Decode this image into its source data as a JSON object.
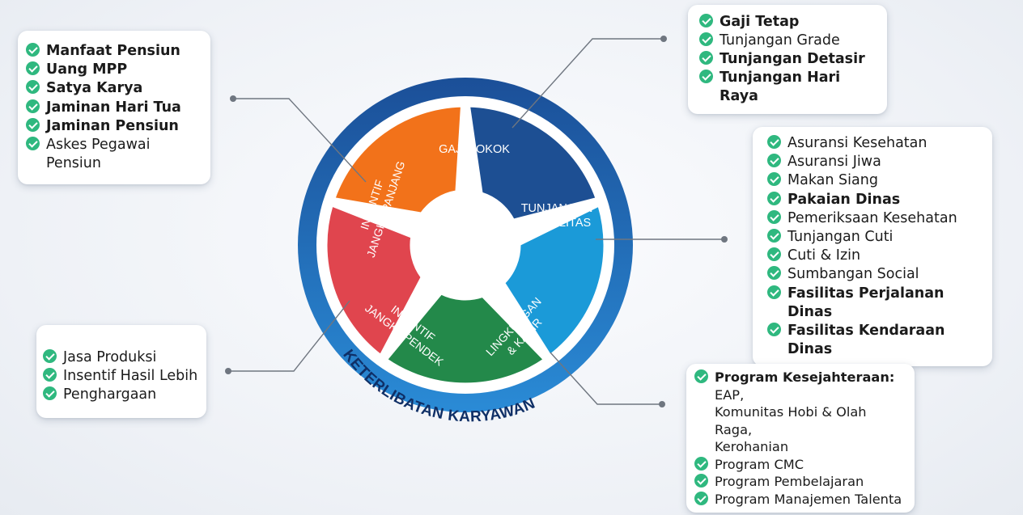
{
  "wheel": {
    "center_label": "KETERLIBATAN KARYAWAN",
    "segments": [
      {
        "id": "gaji",
        "label": "GAJI POKOK",
        "color": "#1d4f93"
      },
      {
        "id": "tunjangan",
        "label": "TUNJANGAN\n& FASILITAS",
        "color": "#1b9ad8"
      },
      {
        "id": "lingkungan",
        "label": "LINGKUNGAN\n& KARIR",
        "color": "#23894a"
      },
      {
        "id": "pendek",
        "label": "INSENTIF\nJANGKA PENDEK",
        "color": "#e0454e"
      },
      {
        "id": "panjang",
        "label": "INSENTIF\nJANGKA PANJANG",
        "color": "#f2721a"
      }
    ],
    "ring_color": "#1e63b0"
  },
  "cards": {
    "gaji": [
      {
        "text": "Gaji Tetap",
        "bold": true
      },
      {
        "text": "Tunjangan Grade",
        "bold": false
      },
      {
        "text": "Tunjangan Detasir",
        "bold": true
      },
      {
        "text": "Tunjangan Hari Raya",
        "bold": true
      }
    ],
    "tunjangan": [
      {
        "text": "Asuransi Kesehatan",
        "bold": false
      },
      {
        "text": "Asuransi Jiwa",
        "bold": false
      },
      {
        "text": "Makan Siang",
        "bold": false
      },
      {
        "text": "Pakaian Dinas",
        "bold": true
      },
      {
        "text": "Pemeriksaan Kesehatan",
        "bold": false
      },
      {
        "text": "Tunjangan Cuti",
        "bold": false
      },
      {
        "text": "Cuti & Izin",
        "bold": false
      },
      {
        "text": "Sumbangan Social",
        "bold": false
      },
      {
        "text": "Fasilitas Perjalanan Dinas",
        "bold": true
      },
      {
        "text": "Fasilitas Kendaraan Dinas",
        "bold": true
      }
    ],
    "lingkungan": [
      {
        "lead": "Program Kesejahteraan:",
        "text": " EAP,\nKomunitas Hobi & Olah Raga,\nKerohanian",
        "bold": false
      },
      {
        "text": "Program CMC",
        "bold": false
      },
      {
        "text": "Program Pembelajaran",
        "bold": false
      },
      {
        "text": "Program Manajemen Talenta",
        "bold": false
      }
    ],
    "panjang": [
      {
        "text": "Manfaat Pensiun",
        "bold": true
      },
      {
        "text": "Uang MPP",
        "bold": true
      },
      {
        "text": "Satya Karya",
        "bold": true
      },
      {
        "text": "Jaminan Hari Tua",
        "bold": true
      },
      {
        "text": "Jaminan Pensiun",
        "bold": true
      },
      {
        "text": "Askes Pegawai Pensiun",
        "bold": false
      }
    ],
    "pendek": [
      {
        "text": "Jasa Produksi",
        "bold": false
      },
      {
        "text": "Insentif Hasil Lebih",
        "bold": false
      },
      {
        "text": "Penghargaan",
        "bold": false
      }
    ]
  }
}
